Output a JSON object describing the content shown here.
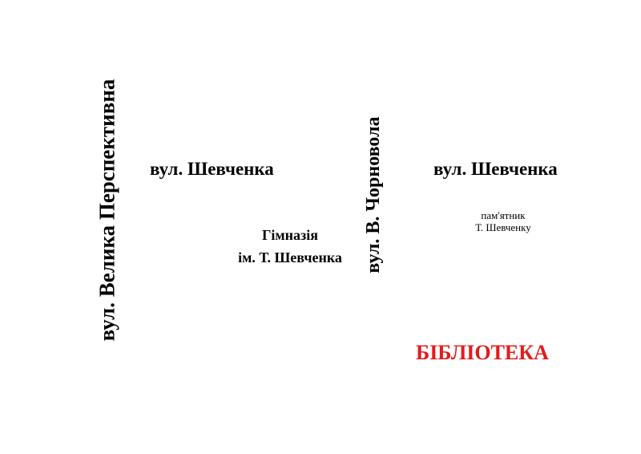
{
  "streets": {
    "velyka_perspektyvna": "вул. Велика Перспективна",
    "chornovola": "вул. В. Чорновола",
    "shevchenka_left": "вул. Шевченка",
    "shevchenka_right": "вул. Шевченка"
  },
  "landmarks": {
    "gymnasium": {
      "line1": "Гімназія",
      "line2": "ім. Т. Шевченка"
    },
    "monument": {
      "line1": "пам'ятник",
      "line2": "Т. Шевченку"
    },
    "library": {
      "label": "БІБЛІОТЕКА",
      "color": "#e21b1b"
    }
  }
}
